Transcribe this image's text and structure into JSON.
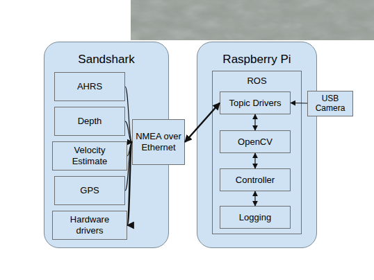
{
  "diagram": {
    "nodes": [
      {
        "text": [
          "Sandshark"
        ]
      },
      {
        "text": [
          "AHRS"
        ],
        "in": 0
      },
      {
        "text": [
          "Depth"
        ],
        "in": 0
      },
      {
        "text": [
          "Velocity Estimate"
        ],
        "in": 0
      },
      {
        "text": [
          "GPS"
        ],
        "in": 0
      },
      {
        "text": [
          "Hardware drivers"
        ],
        "in": 0
      },
      {
        "text": [
          "NMEA over Ethernet"
        ]
      },
      {
        "text": [
          "Raspberry Pi"
        ]
      },
      {
        "text": [
          "ROS"
        ],
        "in": 7
      },
      {
        "text": [
          "Topic Drivers"
        ],
        "in": 8
      },
      {
        "text": [
          "OpenCV"
        ],
        "in": 8
      },
      {
        "text": [
          "Controller"
        ],
        "in": 8
      },
      {
        "text": [
          "Logging"
        ],
        "in": 8
      },
      {
        "text": [
          "USB Camera"
        ]
      }
    ],
    "edges": [
      {
        "from": 1,
        "to": 6,
        "arrow": "to"
      },
      {
        "from": 2,
        "to": 6,
        "arrow": "to"
      },
      {
        "from": 3,
        "to": 6,
        "arrow": "to"
      },
      {
        "from": 4,
        "to": 6,
        "arrow": "to"
      },
      {
        "from": 6,
        "to": 5,
        "arrow": "to"
      },
      {
        "from": 6,
        "to": 9,
        "arrow": "both"
      },
      {
        "from": 13,
        "to": 9,
        "arrow": "to"
      },
      {
        "from": 9,
        "to": 10,
        "arrow": "both"
      },
      {
        "from": 10,
        "to": 11,
        "arrow": "both"
      },
      {
        "from": 11,
        "to": 12,
        "arrow": "both"
      }
    ]
  }
}
